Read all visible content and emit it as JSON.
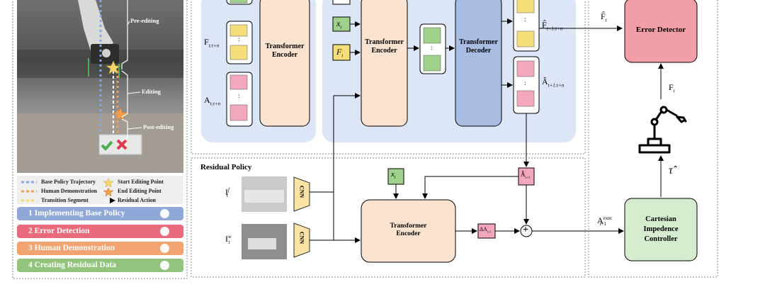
{
  "left_panel": {
    "photo_labels": {
      "pre_editing": "Pre-editing",
      "editing": "Editing",
      "post_editing": "Post-editing"
    },
    "legend": {
      "base_policy_trajectory": "Base Policy Trajectory",
      "human_demonstration": "Human Demonstration",
      "transition_segment": "Transition Segment",
      "start_editing_point": "Start Editing Point",
      "end_editing_point": "End Editing Point",
      "residual_action": "Residual Action"
    },
    "stages": [
      {
        "label": "1 Implementing Base Policy",
        "color": "#8fa8d8"
      },
      {
        "label": "2 Error Detection",
        "color": "#e86a7c"
      },
      {
        "label": "3 Human Demonstration",
        "color": "#f1a46f"
      },
      {
        "label": "4 Creating Residual Data",
        "color": "#93c47d"
      }
    ]
  },
  "encoder_left": {
    "f_label": "F",
    "f_sub": "t:t+n",
    "a_label": "A",
    "a_sub": "t:t+n",
    "encoder_line1": "Transformer",
    "encoder_line2": "Encoder"
  },
  "predictor": {
    "x_label": "x",
    "x_sub": "t",
    "f_label": "F",
    "f_sub": "t",
    "encoder_line1": "Transformer",
    "encoder_line2": "Encoder",
    "decoder_line1": "Transformer",
    "decoder_line2": "Decoder",
    "fhat_label": "F̂",
    "fhat_sub": "t+1:t+n",
    "ahat_label": "Â",
    "ahat_sub": "t+1:t+n",
    "dots": ":"
  },
  "error_detector": {
    "label": "Error Detector",
    "in_label": "F̂",
    "in_sub": "t",
    "ft_label": "F",
    "ft_sub": "t",
    "tau_label": "τ̂",
    "color": "#f29ea6"
  },
  "residual_policy": {
    "title": "Residual Policy",
    "if_label": "I",
    "if_sup": "f",
    "if_sub": "t",
    "iw_label": "I",
    "iw_sup": "w",
    "iw_sub": "t",
    "cnn": "CNN",
    "x_label": "x",
    "x_sub": "t",
    "encoder_line1": "Transformer",
    "encoder_line2": "Encoder",
    "delta_label": "ΔA",
    "delta_sub": "t+1",
    "ahat_label": "Â",
    "ahat_sub": "t+1",
    "plus": "+"
  },
  "controller": {
    "line1": "Cartesian",
    "line2": "Impedence",
    "line3": "Controller",
    "in_label": "A",
    "in_sup": "exec",
    "in_sub": "t+1",
    "color": "#d5ecce"
  },
  "colors": {
    "encoder": "#fbe3cf",
    "decoder": "#a9bde3",
    "blue_panel": "#dde6f6",
    "yellow_token": "#f6de7a",
    "pink_token": "#f2a7bd",
    "green_token": "#9ed18c"
  }
}
